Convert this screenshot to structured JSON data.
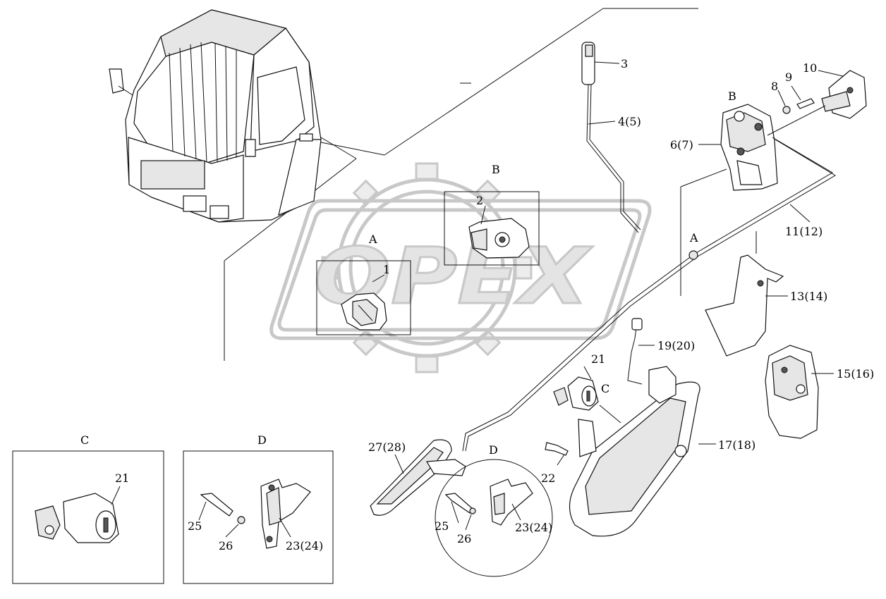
{
  "watermark": {
    "text": "OPEX"
  },
  "detail_views": {
    "A": "A",
    "B": "B",
    "C": "C",
    "D": "D"
  },
  "callouts": {
    "p1": "1",
    "p2": "2",
    "p3": "3",
    "p4": "4(5)",
    "p6": "6(7)",
    "p8": "8",
    "p9": "9",
    "p10": "10",
    "p11": "11(12)",
    "p13": "13(14)",
    "p15": "15(16)",
    "p17": "17(18)",
    "p19": "19(20)",
    "p21": "21",
    "p22": "22",
    "p23": "23(24)",
    "p25": "25",
    "p26": "26",
    "p27": "27(28)"
  }
}
